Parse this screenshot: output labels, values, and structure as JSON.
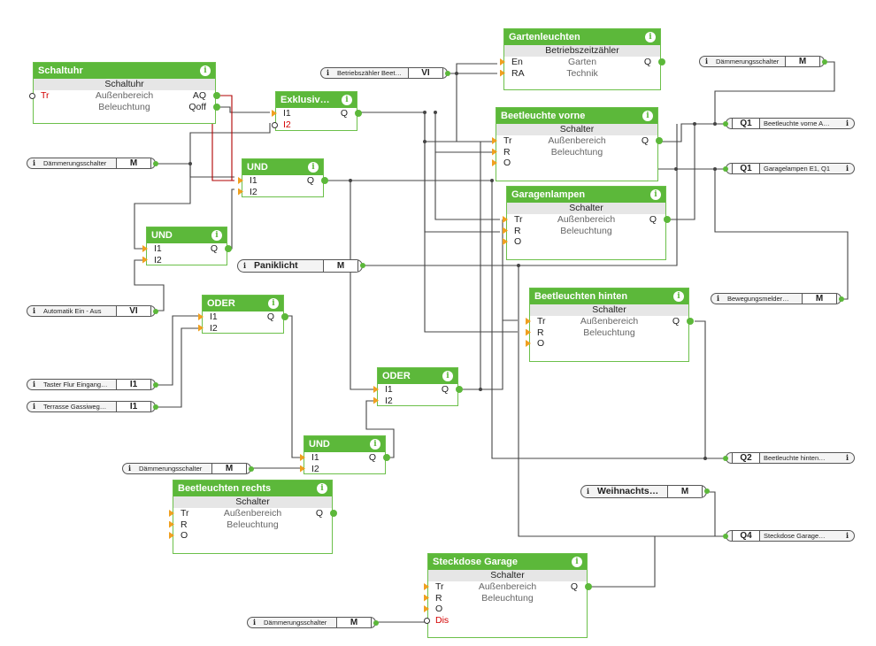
{
  "blocks": [
    {
      "id": "schaltuhr",
      "title": "Schaltuhr",
      "type": "Schaltuhr",
      "rows": [
        {
          "l": "Tr",
          "lred": true,
          "neg": true,
          "m": "Außenbereich",
          "r": "AQ",
          "out": true
        },
        {
          "l": "",
          "m": "Beleuchtung",
          "r": "Qoff",
          "out": true
        }
      ]
    },
    {
      "id": "exklusiv",
      "title": "Exklusiv…",
      "rows": [
        {
          "l": "I1",
          "in": true,
          "r": "Q",
          "out": true
        },
        {
          "l": "I2",
          "lred": true,
          "neg": true
        }
      ]
    },
    {
      "id": "und1",
      "title": "UND",
      "rows": [
        {
          "l": "I1",
          "in": true,
          "r": "Q",
          "out": true
        },
        {
          "l": "I2",
          "in": true
        }
      ]
    },
    {
      "id": "und2",
      "title": "UND",
      "rows": [
        {
          "l": "I1",
          "in": true,
          "r": "Q",
          "out": true
        },
        {
          "l": "I2",
          "in": true
        }
      ]
    },
    {
      "id": "oder1",
      "title": "ODER",
      "rows": [
        {
          "l": "I1",
          "in": true,
          "r": "Q",
          "out": true
        },
        {
          "l": "I2",
          "in": true
        }
      ]
    },
    {
      "id": "oder2",
      "title": "ODER",
      "rows": [
        {
          "l": "I1",
          "in": true,
          "r": "Q",
          "out": true
        },
        {
          "l": "I2",
          "in": true
        }
      ]
    },
    {
      "id": "und3",
      "title": "UND",
      "rows": [
        {
          "l": "I1",
          "in": true,
          "r": "Q",
          "out": true
        },
        {
          "l": "I2",
          "in": true
        }
      ]
    },
    {
      "id": "gartenleuchten",
      "title": "Gartenleuchten",
      "type": "Betriebszeitzähler",
      "rows": [
        {
          "l": "En",
          "in": true,
          "m": "Garten",
          "r": "Q",
          "out": true
        },
        {
          "l": "RA",
          "in": true,
          "m": "Technik"
        }
      ]
    },
    {
      "id": "beetvorne",
      "title": "Beetleuchte vorne",
      "type": "Schalter",
      "rows": [
        {
          "l": "Tr",
          "in": true,
          "m": "Außenbereich",
          "r": "Q",
          "out": true
        },
        {
          "l": "R",
          "in": true,
          "m": "Beleuchtung"
        },
        {
          "l": "O",
          "in": true
        }
      ]
    },
    {
      "id": "garagenlampen",
      "title": "Garagenlampen",
      "type": "Schalter",
      "rows": [
        {
          "l": "Tr",
          "in": true,
          "m": "Außenbereich",
          "r": "Q",
          "out": true
        },
        {
          "l": "R",
          "in": true,
          "m": "Beleuchtung"
        },
        {
          "l": "O",
          "in": true
        }
      ]
    },
    {
      "id": "beethinten",
      "title": "Beetleuchten hinten",
      "type": "Schalter",
      "rows": [
        {
          "l": "Tr",
          "in": true,
          "m": "Außenbereich",
          "r": "Q",
          "out": true
        },
        {
          "l": "R",
          "in": true,
          "m": "Beleuchtung"
        },
        {
          "l": "O",
          "in": true
        }
      ]
    },
    {
      "id": "beetrechts",
      "title": "Beetleuchten rechts",
      "type": "Schalter",
      "rows": [
        {
          "l": "Tr",
          "in": true,
          "m": "Außenbereich",
          "r": "Q",
          "out": true
        },
        {
          "l": "R",
          "in": true,
          "m": "Beleuchtung"
        },
        {
          "l": "O",
          "in": true
        }
      ]
    },
    {
      "id": "steckdose",
      "title": "Steckdose Garage",
      "type": "Schalter",
      "rows": [
        {
          "l": "Tr",
          "in": true,
          "m": "Außenbereich",
          "r": "Q",
          "out": true
        },
        {
          "l": "R",
          "in": true,
          "m": "Beleuchtung"
        },
        {
          "l": "O",
          "in": true
        },
        {
          "l": "Dis",
          "lred": true,
          "neg": true
        }
      ]
    }
  ],
  "inputs": [
    {
      "id": "in_daemmer1",
      "name": "Dämmerungsschalter",
      "code": "M"
    },
    {
      "id": "in_betriebszaehler",
      "name": "Betriebszähler Beetl…",
      "code": "VI"
    },
    {
      "id": "in_panik",
      "name": "Paniklicht",
      "code": "M",
      "big": true
    },
    {
      "id": "in_automatik",
      "name": "Automatik Ein - Aus",
      "code": "VI"
    },
    {
      "id": "in_taster",
      "name": "Taster Flur Eingang…",
      "code": "I1"
    },
    {
      "id": "in_terrasse",
      "name": "Terrasse Gassiweg…",
      "code": "I1"
    },
    {
      "id": "in_daemmer2",
      "name": "Dämmerungsschalter",
      "code": "M"
    },
    {
      "id": "in_daemmer3",
      "name": "Dämmerungsschalter",
      "code": "M"
    },
    {
      "id": "in_daemmer_r",
      "name": "Dämmerungsschalter",
      "code": "M"
    },
    {
      "id": "in_bewegung",
      "name": "Bewegungsmelder…",
      "code": "M"
    },
    {
      "id": "in_weihnacht",
      "name": "Weihnachtszeit",
      "code": "M",
      "big": true
    }
  ],
  "outputs": [
    {
      "id": "out_q1a",
      "code": "Q1",
      "name": "Beetleuchte vorne A…"
    },
    {
      "id": "out_q1b",
      "code": "Q1",
      "name": "Garagelampen E1, Q1"
    },
    {
      "id": "out_q2",
      "code": "Q2",
      "name": "Beetleuchte hinten…"
    },
    {
      "id": "out_q4",
      "code": "Q4",
      "name": "Steckdose Garage…"
    }
  ],
  "colors": {
    "accent": "#5cb83a",
    "port_in": "#f0a020",
    "wire": "#444444",
    "wire_red": "#b00000"
  },
  "icons": {
    "info": "info-icon",
    "inport": "input-port-icon",
    "outport": "output-port-icon"
  }
}
